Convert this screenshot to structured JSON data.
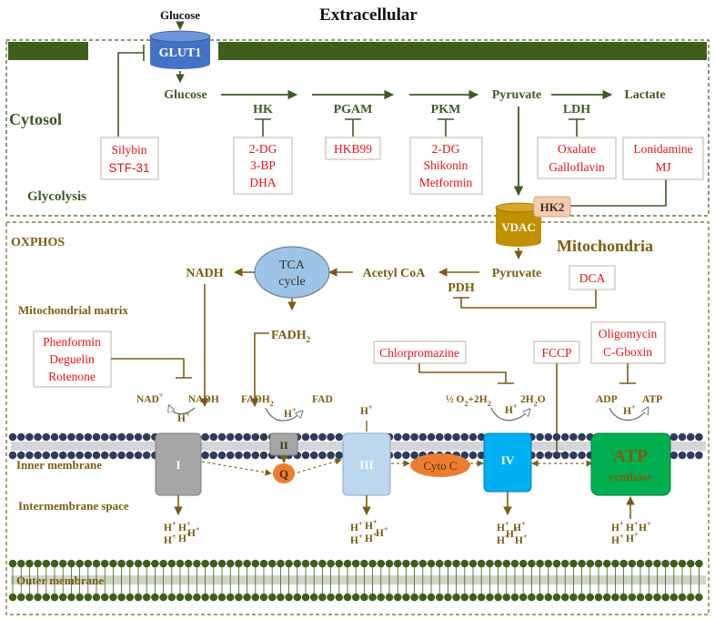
{
  "header": {
    "glucose_top": "Glucose",
    "extracellular": "Extracellular"
  },
  "glut1": "GLUT1",
  "cytosol": {
    "title": "Cytosol",
    "glycolysis_label": "Glycolysis",
    "glucose": "Glucose",
    "pyruvate": "Pyruvate",
    "lactate": "Lactate",
    "enzymes": {
      "hk": "HK",
      "pgam": "PGAM",
      "pkm": "PKM",
      "ldh": "LDH"
    },
    "inhibitors": {
      "glut": [
        "Silybin",
        "STF-31"
      ],
      "hk": [
        "2-DG",
        "3-BP",
        "DHA"
      ],
      "pgam": [
        "HKB99"
      ],
      "pkm": [
        "2-DG",
        "Shikonin",
        "Metformin"
      ],
      "ldh": [
        "Oxalate",
        "Galloflavin"
      ],
      "hk2": [
        "Lonidamine",
        "MJ"
      ]
    }
  },
  "hk2": "HK2",
  "vdac": "VDAC",
  "mito": {
    "oxphos": "OXPHOS",
    "title": "Mitochondria",
    "matrix": "Mitochondrial matrix",
    "inner_membrane": "Inner membrane",
    "intermembrane": "Intermembrane space",
    "outer_membrane": "Outer membrane",
    "pyruvate": "Pyruvate",
    "acetyl_coa": "Acetyl CoA",
    "pdh": "PDH",
    "dca": "DCA",
    "tca": [
      "TCA",
      "cycle"
    ],
    "nadh": "NADH",
    "fadh2": "FADH",
    "fadh2_sub": "2",
    "complex1_inhib": [
      "Phenformin",
      "Deguelin",
      "Rotenone"
    ],
    "chlorpromazine": "Chlorpromazine",
    "fccp": "FCCP",
    "atp_inhib": [
      "Oligomycin",
      "C-Gboxin"
    ],
    "c1": {
      "label": "I",
      "in": "NAD",
      "in_sup": "+",
      "out": "NADH",
      "h": "H",
      "h_sup": "+"
    },
    "c2": {
      "label": "II",
      "in": "FADH",
      "in_sub": "2",
      "out": "FAD",
      "h": "H",
      "h_sup": "+"
    },
    "c3": {
      "label": "III",
      "h": "H",
      "h_sup": "+"
    },
    "q": "Q",
    "cytoc": "Cyto C",
    "c4": {
      "label": "IV",
      "left": "½ O",
      "left2": "+2H",
      "right": "2H",
      "right2": "O",
      "sub": "2",
      "h": "H",
      "h_sup": "+"
    },
    "atp": {
      "label": "ATP",
      "label2": "synthase",
      "adp": "ADP",
      "atp": "ATP",
      "h": "H",
      "h_sup": "+"
    },
    "proton_cluster": {
      "h": "H",
      "sup": "+"
    }
  },
  "colors": {
    "green_line": "#3d5a23",
    "brown_line": "#7a5d12",
    "red_text": "#e0141b",
    "membrane_green": "#3e5f1c",
    "glut1": "#4472c4",
    "vdac": "#bf9000",
    "hk2": "#f8cbad",
    "tca": "#9dc3e6",
    "q_cytoc": "#ed7d31",
    "complex1": "#a6a6a6",
    "complex3": "#bdd7ee",
    "complex4": "#00b0f0",
    "atp_synthase": "#00b050",
    "bilayer_head": "#2e3c5a"
  }
}
